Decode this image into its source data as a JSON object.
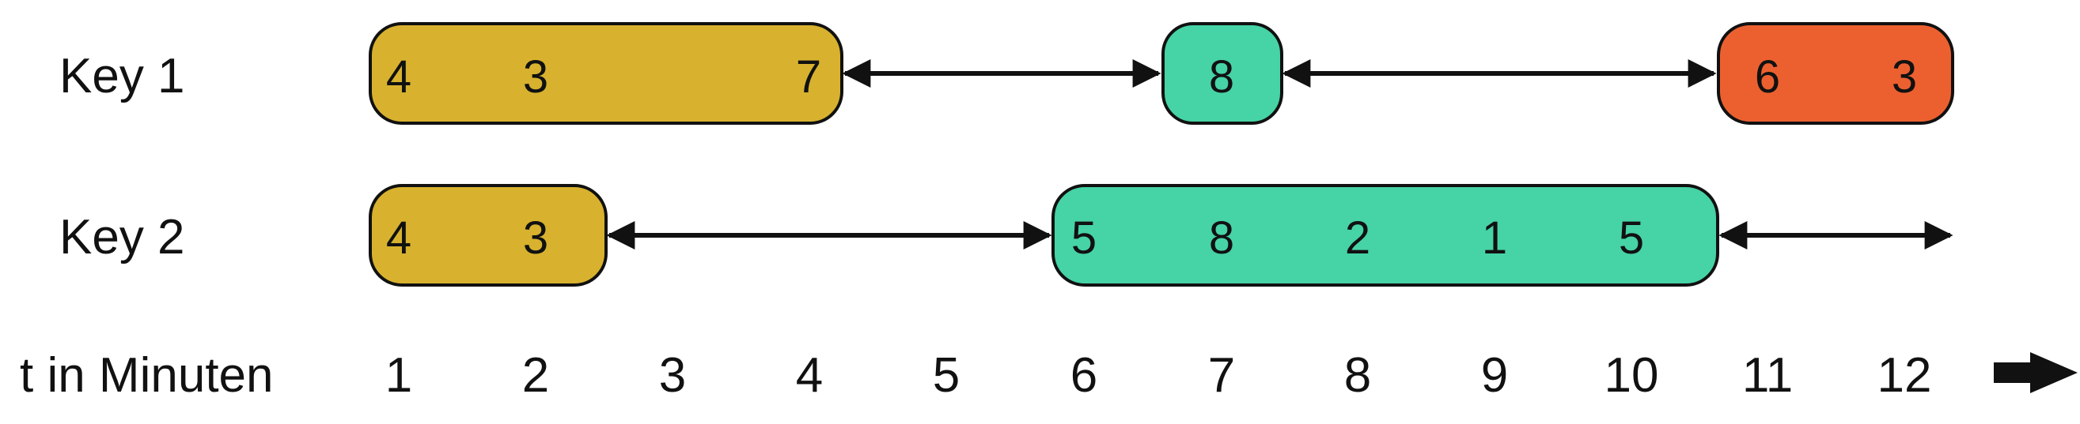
{
  "rows": [
    {
      "label": "Key 1",
      "sessions": [
        {
          "values": [
            "4",
            "3",
            "7"
          ],
          "color": "#D8B22E"
        },
        {
          "values": [
            "8"
          ],
          "color": "#46D3A5"
        },
        {
          "values": [
            "6",
            "3"
          ],
          "color": "#EC6030"
        }
      ]
    },
    {
      "label": "Key 2",
      "sessions": [
        {
          "values": [
            "4",
            "3"
          ],
          "color": "#D8B22E"
        },
        {
          "values": [
            "5",
            "8",
            "2",
            "1",
            "5"
          ],
          "color": "#46D3A5"
        }
      ]
    }
  ],
  "time_axis": {
    "label": "t in Minuten",
    "ticks": [
      "1",
      "2",
      "3",
      "4",
      "5",
      "6",
      "7",
      "8",
      "9",
      "10",
      "11",
      "12"
    ]
  }
}
